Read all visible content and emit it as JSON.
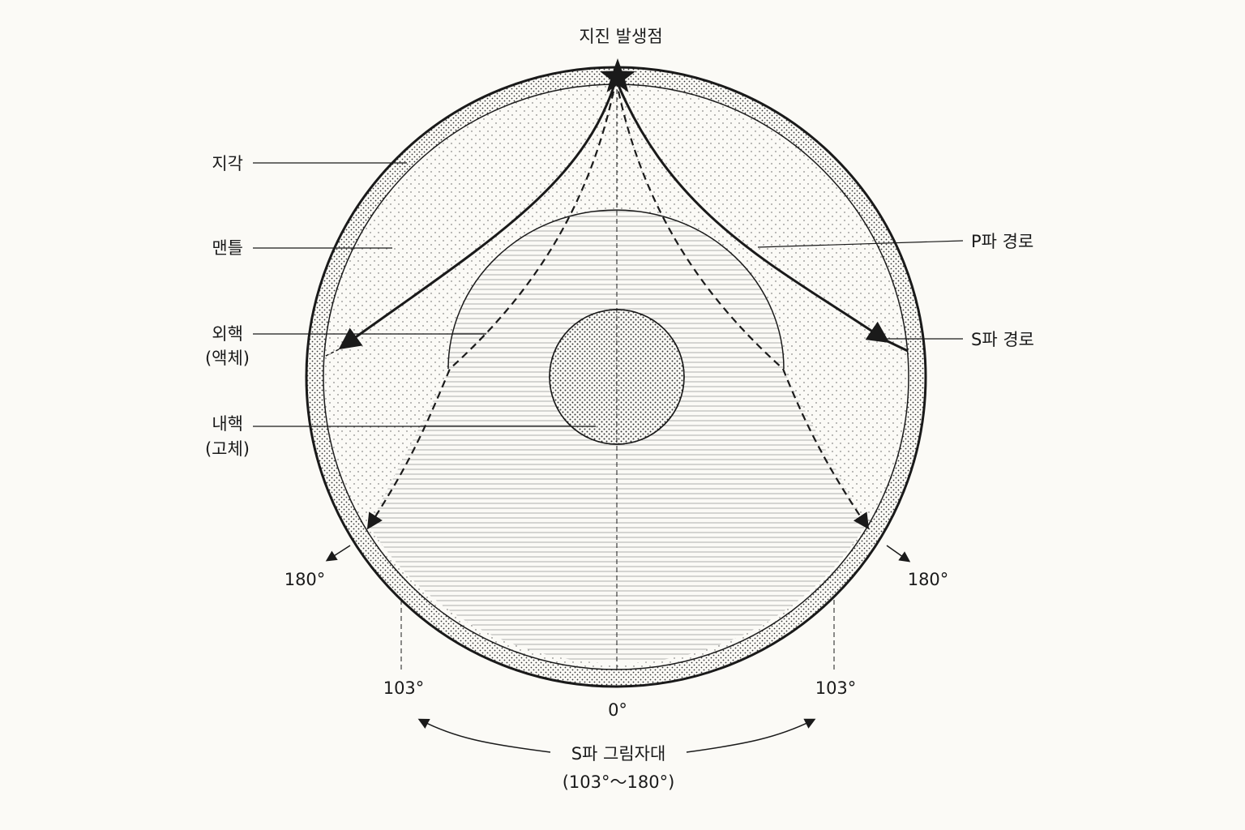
{
  "title": "지진 발생점",
  "labels": {
    "crust": "지각",
    "mantle": "맨틀",
    "outer_core": "외핵",
    "outer_core_state": "(액체)",
    "inner_core": "내핵",
    "inner_core_state": "(고체)",
    "p_wave": "P파 경로",
    "s_wave": "S파 경로"
  },
  "angles": {
    "left_180": "180°",
    "right_180": "180°",
    "left_103": "103°",
    "right_103": "103°",
    "bottom_0": "0°"
  },
  "shadow_zone": {
    "label": "S파  그림자대",
    "range": "(103°～180°)"
  },
  "colors": {
    "background": "#fbfaf6",
    "ink": "#1a1a1a"
  }
}
